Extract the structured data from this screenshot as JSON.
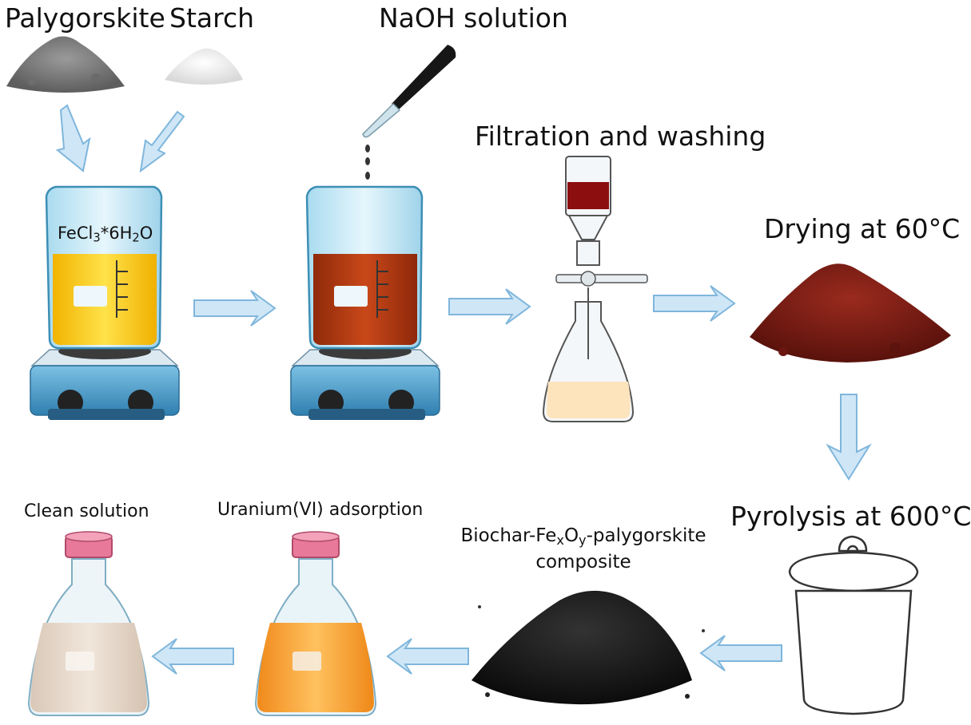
{
  "labels": {
    "palygorskite": "Palygorskite",
    "starch": "Starch",
    "naoh": "NaOH solution",
    "fecl3": {
      "base": "FeCl",
      "sub1": "3",
      "mid": "*6H",
      "sub2": "2",
      "end": "O"
    },
    "filtration": "Filtration and washing",
    "drying": "Drying at 60°C",
    "pyrolysis": "Pyrolysis at 600°C",
    "composite": {
      "line1_a": "Biochar-Fe",
      "sub_x": "x",
      "line1_b": "O",
      "sub_y": "y",
      "line1_c": "-palygorskite",
      "line2": "composite"
    },
    "uranium": "Uranium(VI) adsorption",
    "clean": "Clean solution"
  },
  "colors": {
    "arrow_fill": "#cfe6f7",
    "arrow_stroke": "#7fb6dc",
    "yellow_liquid": "#f5c21a",
    "red_liquid": "#b23a10",
    "dark_red_powder": "#7a1a12",
    "black_powder": "#1a1a1a",
    "hotplate_blue": "#3a8fc2",
    "cap_pink": "#e8799a",
    "orange_liquid": "#f2a331",
    "clean_liquid": "#e7d8cb"
  }
}
